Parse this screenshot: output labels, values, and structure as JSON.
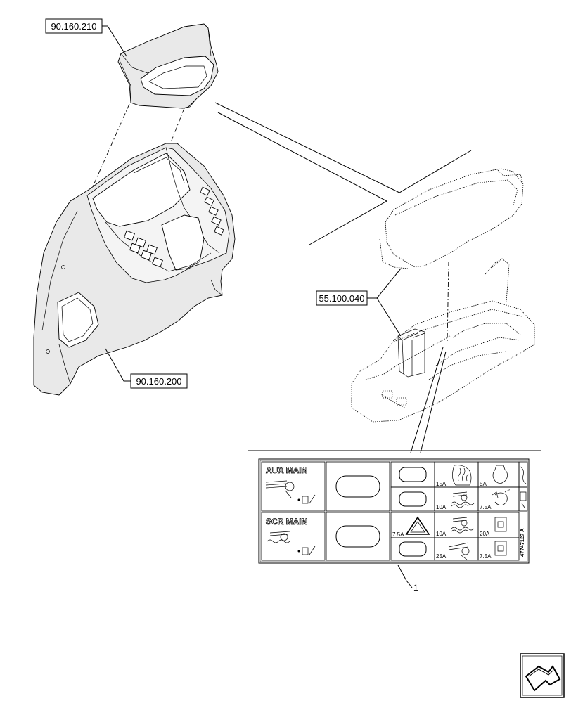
{
  "references": {
    "top_ref": "90.160.210",
    "console_ref": "90.160.200",
    "fusebox_ref": "55.100.040",
    "item": "1"
  },
  "decal": {
    "aux_title": "AUX MAIN",
    "scr_title": "SCR MAIN",
    "fuses": {
      "r1c2": "15A",
      "r1c3": "5A",
      "r2c2": "10A",
      "r2c3": "7.5A",
      "r3c1": "7.5A",
      "r3c2": "10A",
      "r3c3": "20A",
      "r4c1": "25A",
      "r4c3": "7.5A"
    },
    "part_number": "47747127 A"
  },
  "icons": [
    "heater-icon",
    "oval-bulb-icon",
    "hydraulic-icon",
    "heated-icon",
    "warning-triangle-icon",
    "arrow-icon",
    "square-bulb-icon",
    "corner-arrow-icon"
  ]
}
